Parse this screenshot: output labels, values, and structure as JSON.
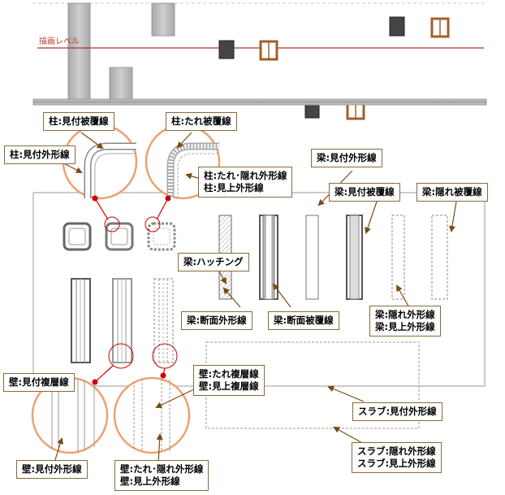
{
  "level_label": "描画レベル",
  "labels": {
    "col_visible_cover": "柱:見付被覆線",
    "col_hidden_cover": "柱:たれ被覆線",
    "col_visible_outline": "柱:見付外形線",
    "col_hidden_outline_1": "柱:たれ･隠れ外形線",
    "col_hidden_outline_2": "柱:見上外形線",
    "beam_visible_outline": "梁:見付外形線",
    "beam_visible_cover": "梁:見付被覆線",
    "beam_hidden_cover": "梁:隠れ被覆線",
    "beam_hatching": "梁:ハッチング",
    "beam_section_outline": "梁:断面外形線",
    "beam_section_cover": "梁:断面被覆線",
    "beam_hidden_outline_1": "梁:隠れ外形線",
    "beam_hidden_outline_2": "梁:見上外形線",
    "wall_visible_multi": "壁:見付複層線",
    "wall_hidden_multi_1": "壁:たれ複層線",
    "wall_hidden_multi_2": "壁:見上複層線",
    "slab_visible_outline": "スラブ:見付外形線",
    "slab_hidden_outline_1": "スラブ:隠れ外形線",
    "slab_hidden_outline_2": "スラブ:見上外形線",
    "wall_visible_outline": "壁:見付外形線",
    "wall_hidden_outline_1": "壁:たれ･隠れ外形線",
    "wall_hidden_outline_2": "壁:見上外形線"
  },
  "colors": {
    "callout_ring": "#f0a070",
    "callout_dot": "#cc0000",
    "level_line": "#b03030",
    "arrow": "#7a4a10",
    "label_border": "#8a6a3a",
    "window_frame": "#a0602a"
  }
}
